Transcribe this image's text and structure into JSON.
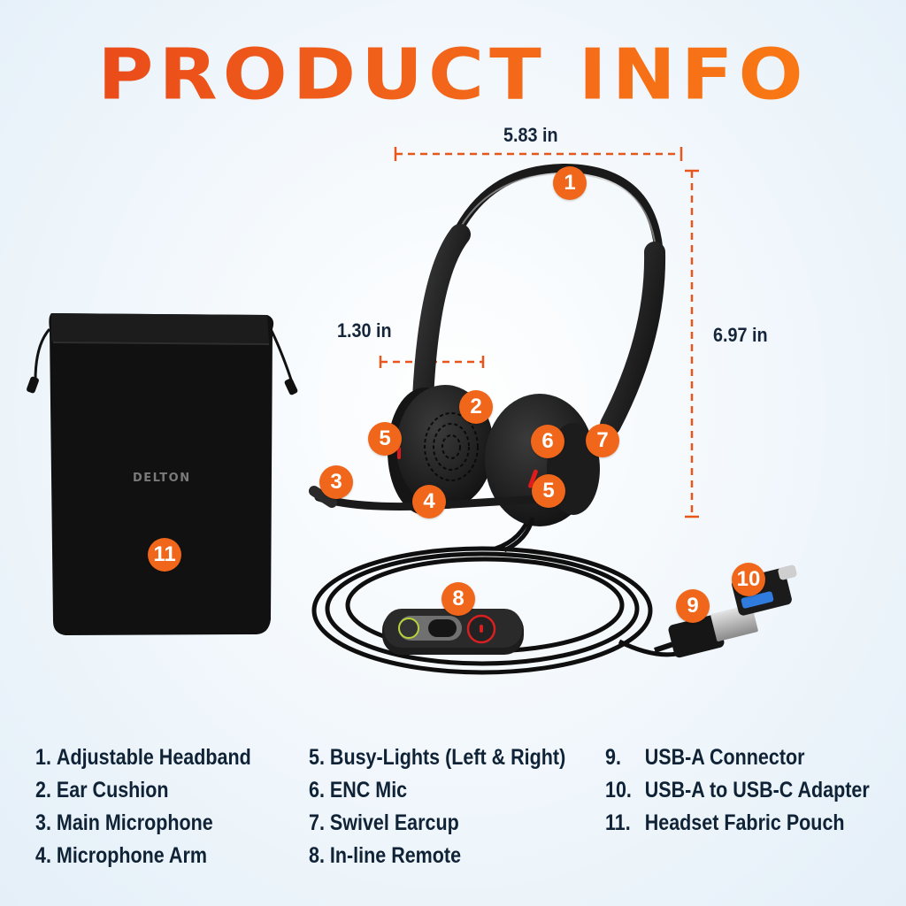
{
  "header": {
    "title": "PRODUCT INFO",
    "title_gradient": [
      "#e8441a",
      "#fb7d12"
    ]
  },
  "dimensions": {
    "width": "5.83 in",
    "height": "6.97 in",
    "earcup": "1.30 in",
    "line_color": "#e8561c"
  },
  "brand": "DELTON",
  "callouts": [
    {
      "n": "1",
      "target": "adjustable-headband"
    },
    {
      "n": "2",
      "target": "ear-cushion"
    },
    {
      "n": "3",
      "target": "main-microphone"
    },
    {
      "n": "4",
      "target": "microphone-arm"
    },
    {
      "n": "5",
      "target": "busy-light-left"
    },
    {
      "n": "5",
      "target": "busy-light-right"
    },
    {
      "n": "6",
      "target": "enc-mic"
    },
    {
      "n": "7",
      "target": "swivel-earcup"
    },
    {
      "n": "8",
      "target": "inline-remote"
    },
    {
      "n": "9",
      "target": "usb-a-connector"
    },
    {
      "n": "10",
      "target": "usb-c-adapter"
    },
    {
      "n": "11",
      "target": "fabric-pouch"
    }
  ],
  "badge_color": "#f0661a",
  "legend": {
    "col1": [
      {
        "num": "1.",
        "label": "Adjustable Headband"
      },
      {
        "num": "2.",
        "label": "Ear Cushion"
      },
      {
        "num": "3.",
        "label": "Main Microphone"
      },
      {
        "num": "4.",
        "label": "Microphone Arm"
      }
    ],
    "col2": [
      {
        "num": "5.",
        "label": "Busy-Lights (Left & Right)"
      },
      {
        "num": "6.",
        "label": "ENC Mic"
      },
      {
        "num": "7.",
        "label": "Swivel Earcup"
      },
      {
        "num": "8.",
        "label": "In-line Remote"
      }
    ],
    "col3": [
      {
        "num": "9.",
        "label": "USB-A Connector"
      },
      {
        "num": "10.",
        "label": "USB-A to USB-C Adapter"
      },
      {
        "num": "11.",
        "label": "Headset Fabric Pouch"
      }
    ]
  }
}
